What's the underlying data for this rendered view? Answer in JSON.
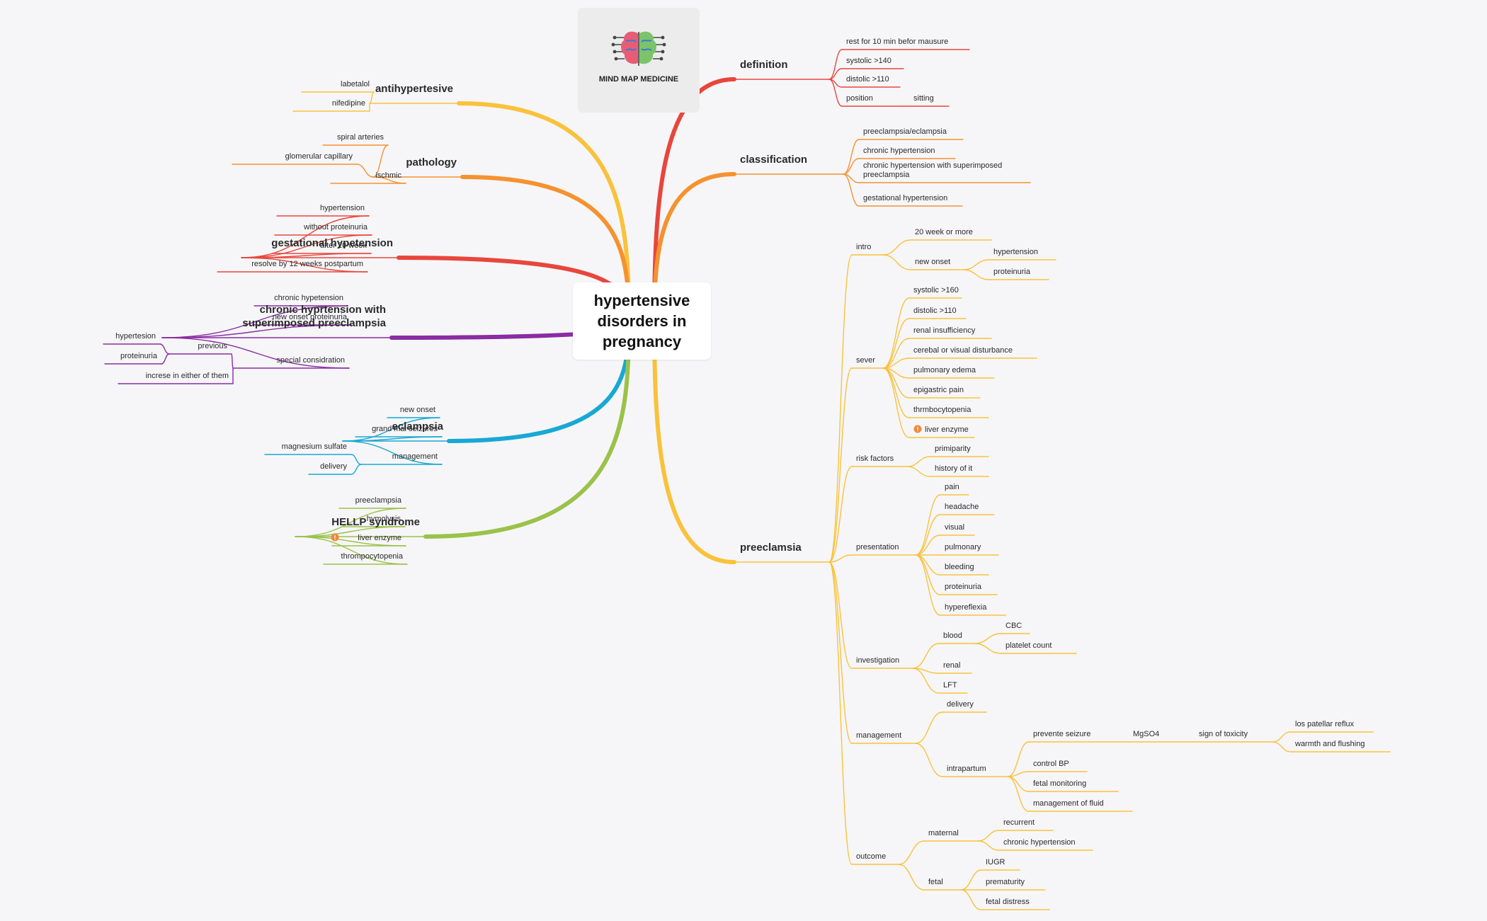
{
  "logo": {
    "label": "MIND MAP MEDICINE",
    "icon": "brain-circuit-icon"
  },
  "center": {
    "title": "hypertensive\ndisorders in\npregnancy"
  },
  "branches": [
    {
      "label": "antihypertesive",
      "color": "#f9c23c",
      "children": [
        {
          "label": "labetalol"
        },
        {
          "label": "nifedipine"
        }
      ]
    },
    {
      "label": "pathology",
      "color": "#f5922f",
      "children": [
        {
          "label": "spiral arteries"
        },
        {
          "label": "glomerular capillary"
        },
        {
          "label": "ischmic"
        }
      ]
    },
    {
      "label": "gestational hypetension",
      "color": "#e8463c",
      "children": [
        {
          "label": "hypertension"
        },
        {
          "label": "without proteinuria"
        },
        {
          "label": "after 20 week"
        },
        {
          "label": "resolve by 12 weeks postpartum"
        }
      ]
    },
    {
      "label": "chronic hyprtension with\nsuperimposed preeclampsia",
      "color": "#8a2ca3",
      "children": [
        {
          "label": "chronic hypetension"
        },
        {
          "label": "new onset proteinuria"
        },
        {
          "label": "special considration",
          "children": [
            {
              "label": "previous",
              "children": [
                {
                  "label": "hypertesion"
                },
                {
                  "label": "proteinuria"
                }
              ]
            },
            {
              "label": "increse in either of them"
            }
          ]
        }
      ]
    },
    {
      "label": "eclampsia",
      "color": "#18a8d4",
      "children": [
        {
          "label": "new onset"
        },
        {
          "label": "grand mal seizures"
        },
        {
          "label": "management",
          "children": [
            {
              "label": "magnesium sulfate"
            },
            {
              "label": "delivery"
            }
          ]
        }
      ]
    },
    {
      "label": "HELLP syndrome",
      "color": "#9ac24a",
      "children": [
        {
          "label": "preeclampsia"
        },
        {
          "label": "hymolysis"
        },
        {
          "label": "liver enzyme",
          "marker": "warning-icon"
        },
        {
          "label": "thrompocytopenia"
        }
      ]
    },
    {
      "label": "definition",
      "color": "#e8463c",
      "children": [
        {
          "label": "rest for 10 min befor mausure"
        },
        {
          "label": "systolic >140"
        },
        {
          "label": "distolic >110"
        },
        {
          "label": "position",
          "children": [
            {
              "label": "sitting"
            }
          ]
        }
      ]
    },
    {
      "label": "classification",
      "color": "#f5922f",
      "children": [
        {
          "label": "preeclampsia/eclampsia"
        },
        {
          "label": "chronic hypertension"
        },
        {
          "label": "chronic hypertension with superimposed\npreeclampsia"
        },
        {
          "label": "gestational hypertension"
        }
      ]
    },
    {
      "label": "preeclamsia",
      "color": "#f9c23c",
      "children": [
        {
          "label": "intro",
          "children": [
            {
              "label": "20 week or more"
            },
            {
              "label": "new onset",
              "children": [
                {
                  "label": "hypertension"
                },
                {
                  "label": "proteinuria"
                }
              ]
            }
          ]
        },
        {
          "label": "sever",
          "children": [
            {
              "label": "systolic >160"
            },
            {
              "label": "distolic >110"
            },
            {
              "label": "renal insufficiency"
            },
            {
              "label": "cerebal or visual disturbance"
            },
            {
              "label": "pulmonary edema"
            },
            {
              "label": "epigastric pain"
            },
            {
              "label": "thrmbocytopenia"
            },
            {
              "label": "liver enzyme",
              "marker": "warning-icon"
            }
          ]
        },
        {
          "label": "risk factors",
          "children": [
            {
              "label": "primiparity"
            },
            {
              "label": "history of it"
            }
          ]
        },
        {
          "label": "presentation",
          "children": [
            {
              "label": "pain"
            },
            {
              "label": "headache"
            },
            {
              "label": "visual"
            },
            {
              "label": "pulmonary"
            },
            {
              "label": "bleeding"
            },
            {
              "label": "proteinuria"
            },
            {
              "label": "hypereflexia"
            }
          ]
        },
        {
          "label": "investigation",
          "children": [
            {
              "label": "blood",
              "children": [
                {
                  "label": "CBC"
                },
                {
                  "label": "platelet count"
                }
              ]
            },
            {
              "label": "renal"
            },
            {
              "label": "LFT"
            }
          ]
        },
        {
          "label": "management",
          "children": [
            {
              "label": "delivery"
            },
            {
              "label": "intrapartum",
              "children": [
                {
                  "label": "prevente seizure",
                  "children": [
                    {
                      "label": "MgSO4",
                      "children": [
                        {
                          "label": "sign of toxicity",
                          "children": [
                            {
                              "label": "los patellar reflux"
                            },
                            {
                              "label": "warmth and flushing"
                            }
                          ]
                        }
                      ]
                    }
                  ]
                },
                {
                  "label": "control BP"
                },
                {
                  "label": "fetal monitoring"
                },
                {
                  "label": "management of fluid"
                }
              ]
            }
          ]
        },
        {
          "label": "outcome",
          "children": [
            {
              "label": "maternal",
              "children": [
                {
                  "label": "recurrent"
                },
                {
                  "label": "chronic hypertension"
                }
              ]
            },
            {
              "label": "fetal",
              "children": [
                {
                  "label": "IUGR"
                },
                {
                  "label": "prematurity"
                },
                {
                  "label": "fetal distress"
                }
              ]
            }
          ]
        }
      ]
    }
  ]
}
